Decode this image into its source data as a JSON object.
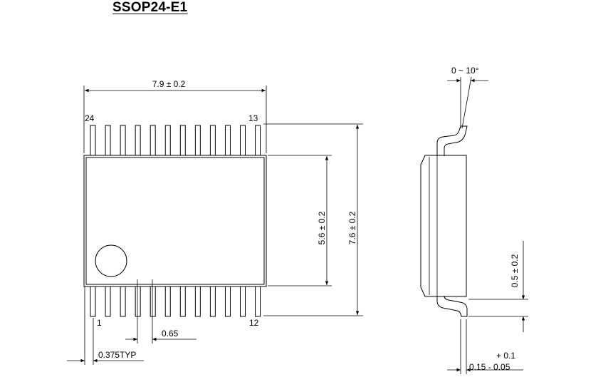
{
  "title": "SSOP24-E1",
  "labels": {
    "body_width": "7.9 ± 0.2",
    "pin_first_top": "24",
    "pin_last_top": "13",
    "pin_first_bottom": "1",
    "pin_last_bottom": "12",
    "body_height": "5.6 ± 0.2",
    "overall_height": "7.6 ± 0.2",
    "pitch": "0.65",
    "offset": "0.375TYP",
    "angle": "0 ~ 10°",
    "lead_length": "0.5 ± 0.2",
    "thickness_plus": "+ 0.1",
    "thickness_main": "0.15 - 0.05"
  }
}
